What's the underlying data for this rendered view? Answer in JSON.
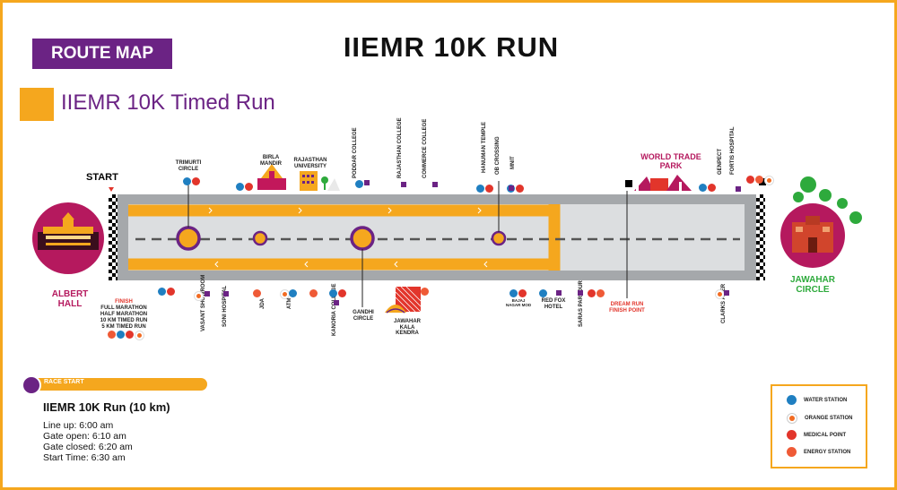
{
  "header": {
    "badge": "ROUTE MAP",
    "title": "IIEMR 10K RUN",
    "subtitle": "IIEMR 10K Timed Run"
  },
  "route": {
    "start": "START",
    "finish_lines": [
      "FINISH",
      "FULL MARATHON",
      "HALF MARATHON",
      "10 KM TIMED RUN",
      "5 KM TIMED RUN"
    ],
    "dream_run_lines": [
      "DREAM RUN",
      "FINISH POINT"
    ],
    "start_place": "ALBERT HALL",
    "end_place": "JAWAHAR CIRCLE",
    "top_labels": {
      "trimurti": "TRIMURTI CIRCLE",
      "birla": "BIRLA MANDIR",
      "rajuni": "RAJASTHAN UNIVERSITY",
      "podar": "PODDAR COLLEGE",
      "rajcol": "RAJASTHAN COLLEGE",
      "commerce": "COMMERCE COLLEGE",
      "hanuman": "HANUMAN TEMPLE",
      "ob": "OB CROSSING",
      "mnit": "MNIT",
      "wtp": "WORLD TRADE PARK",
      "genpect": "GENPECT",
      "fortis": "FORTIS HOSPITAL"
    },
    "bottom_labels": {
      "vasant": "VASANT SHOWROOM",
      "soni": "SONI HOSPITAL",
      "jda": "JDA",
      "atm": "ATM",
      "kanoria": "KANORIA COLLEGE",
      "gandhi": "GANDHI CIRCLE",
      "jkk": "JAWAHAR KALA KENDRA",
      "bajaj": "BAJAJ NAGAR MOD",
      "redfox": "RED FOX HOTEL",
      "saras": "SARAS PARLOUR",
      "clarks": "CLARKS AMER"
    }
  },
  "race": {
    "section": "RACE START",
    "title": "IIEMR 10K Run (10 km)",
    "lines": [
      "Line up: 6:00 am",
      "Gate open: 6:10 am",
      "Gate closed: 6:20 am",
      "Start Time: 6:30 am"
    ]
  },
  "legend": {
    "water": "WATER STATION",
    "orange": "ORANGE STATION",
    "medical": "MEDICAL POINT",
    "energy": "ENERGY STATION"
  },
  "colors": {
    "water": "#1f7fc1",
    "orange": "#f26b22",
    "medical": "#e2352b",
    "energy": "#ef5a36",
    "route": "#f5a71e",
    "brand": "#6b2384",
    "landmark": "#b5195e"
  }
}
